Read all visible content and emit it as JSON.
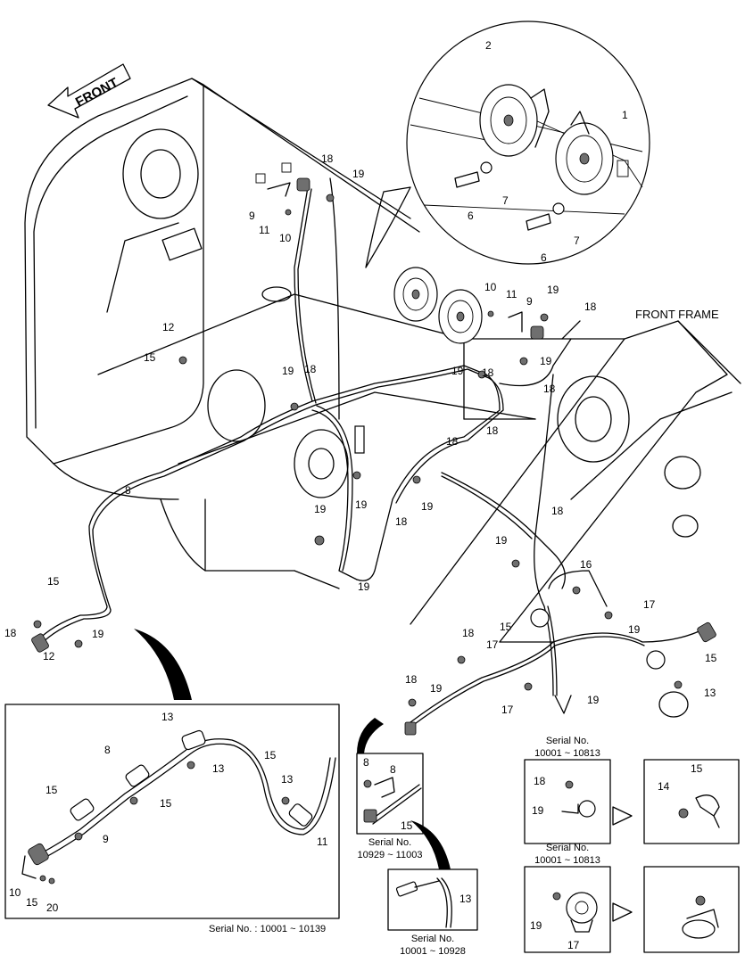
{
  "header": {
    "front_arrow": "FRONT",
    "front_frame": "FRONT FRAME"
  },
  "callouts": [
    {
      "id": "c1",
      "text": "2"
    },
    {
      "id": "c2",
      "text": "1"
    },
    {
      "id": "c3",
      "text": "7"
    },
    {
      "id": "c4",
      "text": "6"
    },
    {
      "id": "c5",
      "text": "7"
    },
    {
      "id": "c6",
      "text": "6"
    },
    {
      "id": "c7",
      "text": "18"
    },
    {
      "id": "c8",
      "text": "19"
    },
    {
      "id": "c9",
      "text": "9"
    },
    {
      "id": "c10",
      "text": "11"
    },
    {
      "id": "c11",
      "text": "10"
    },
    {
      "id": "c12",
      "text": "10"
    },
    {
      "id": "c13",
      "text": "11"
    },
    {
      "id": "c14",
      "text": "9"
    },
    {
      "id": "c15",
      "text": "19"
    },
    {
      "id": "c16",
      "text": "18"
    },
    {
      "id": "c17",
      "text": "12"
    },
    {
      "id": "c18",
      "text": "15"
    },
    {
      "id": "c19",
      "text": "19"
    },
    {
      "id": "c20",
      "text": "18"
    },
    {
      "id": "c21",
      "text": "19"
    },
    {
      "id": "c22",
      "text": "19"
    },
    {
      "id": "c23",
      "text": "18"
    },
    {
      "id": "c24",
      "text": "18"
    },
    {
      "id": "c25",
      "text": "8"
    },
    {
      "id": "c26",
      "text": "18"
    },
    {
      "id": "c27",
      "text": "19"
    },
    {
      "id": "c28",
      "text": "19"
    },
    {
      "id": "c29",
      "text": "18"
    },
    {
      "id": "c30",
      "text": "19"
    },
    {
      "id": "c31",
      "text": "18"
    },
    {
      "id": "c32",
      "text": "18"
    },
    {
      "id": "c33",
      "text": "19"
    },
    {
      "id": "c34",
      "text": "19"
    },
    {
      "id": "c35",
      "text": "16"
    },
    {
      "id": "c36",
      "text": "15"
    },
    {
      "id": "c37",
      "text": "18"
    },
    {
      "id": "c38",
      "text": "19"
    },
    {
      "id": "c39",
      "text": "12"
    },
    {
      "id": "c40",
      "text": "17"
    },
    {
      "id": "c41",
      "text": "15"
    },
    {
      "id": "c42",
      "text": "19"
    },
    {
      "id": "c43",
      "text": "18"
    },
    {
      "id": "c44",
      "text": "17"
    },
    {
      "id": "c45",
      "text": "15"
    },
    {
      "id": "c46",
      "text": "18"
    },
    {
      "id": "c47",
      "text": "19"
    },
    {
      "id": "c48",
      "text": "17"
    },
    {
      "id": "c49",
      "text": "19"
    },
    {
      "id": "c50",
      "text": "13"
    },
    {
      "id": "c51",
      "text": "13"
    },
    {
      "id": "c52",
      "text": "8"
    },
    {
      "id": "c53",
      "text": "15"
    },
    {
      "id": "c54",
      "text": "13"
    },
    {
      "id": "c55",
      "text": "15"
    },
    {
      "id": "c56",
      "text": "15"
    },
    {
      "id": "c57",
      "text": "13"
    },
    {
      "id": "c58",
      "text": "9"
    },
    {
      "id": "c59",
      "text": "11"
    },
    {
      "id": "c60",
      "text": "10"
    },
    {
      "id": "c61",
      "text": "15"
    },
    {
      "id": "c62",
      "text": "20"
    },
    {
      "id": "c63",
      "text": "8"
    },
    {
      "id": "c64",
      "text": "8"
    },
    {
      "id": "c65",
      "text": "15"
    },
    {
      "id": "c66",
      "text": "13"
    },
    {
      "id": "c67",
      "text": "18"
    },
    {
      "id": "c68",
      "text": "19"
    },
    {
      "id": "c69",
      "text": "15"
    },
    {
      "id": "c70",
      "text": "14"
    },
    {
      "id": "c71",
      "text": "19"
    },
    {
      "id": "c72",
      "text": "17"
    }
  ],
  "captions": {
    "serial_main": "Serial No. : 10001 ~ 10139",
    "serial_a_line1": "Serial No.",
    "serial_a_line2": "10929 ~ 11003",
    "serial_b_line1": "Serial No.",
    "serial_b_line2": "10001 ~ 10928",
    "serial_c_line1": "Serial No.",
    "serial_c_line2": "10001 ~ 10813",
    "serial_d_line1": "Serial No.",
    "serial_d_line2": "10001 ~ 10813"
  }
}
